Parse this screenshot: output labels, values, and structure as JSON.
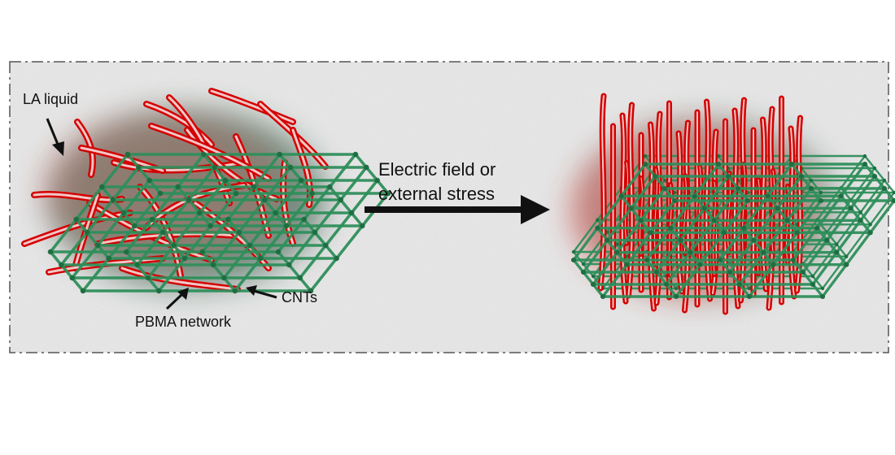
{
  "labels": {
    "la_liquid": "LA liquid",
    "cnts": "CNTs",
    "pbma_network": "PBMA network",
    "arrow_line1": "Electric field or",
    "arrow_line2": "external stress"
  },
  "colors": {
    "background": "#ffffff",
    "panel": "#ebebeb",
    "border": "#555555",
    "network": "#2f8f5b",
    "network_dark": "#1f6e42",
    "cnt_red": "#d40000",
    "glow_red": "#ff2a2a",
    "arrow": "#111111"
  },
  "icons": {
    "left_structure": "random-cnt-network",
    "right_structure": "aligned-cnt-network",
    "main_arrow": "arrow-right-icon"
  }
}
